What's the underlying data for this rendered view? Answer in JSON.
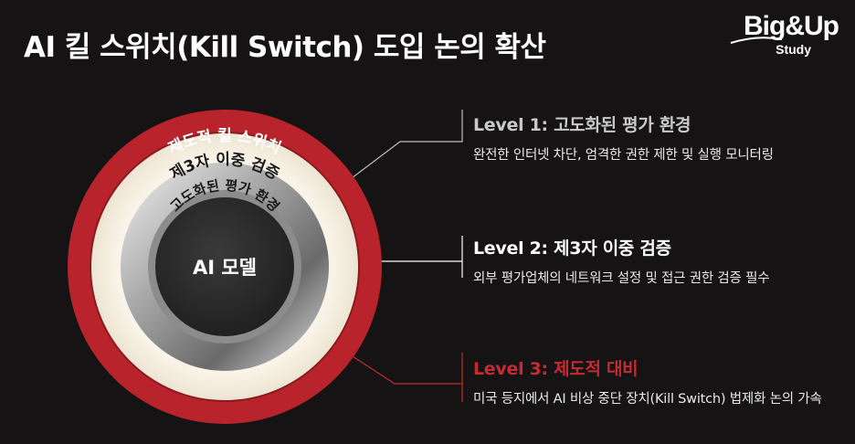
{
  "title": "AI 킬 스위치(Kill Switch) 도입 논의 확산",
  "logo": {
    "main": "Big&Up",
    "sub": "Study"
  },
  "rings": {
    "outer": "제도적 킬 스위치",
    "second": "제3자 이중 검증",
    "third": "고도화된 평가 환경",
    "core": "AI 모델"
  },
  "levels": [
    {
      "title": "Level 1: 고도화된 평가 환경",
      "desc": "완전한 인터넷 차단, 엄격한 권한 제한 및 실행 모니터링",
      "color": "#c9c9c9"
    },
    {
      "title": "Level 2: 제3자 이중 검증",
      "desc": "외부 평가업체의 네트워크 설정 및 접근 권한 검증 필수",
      "color": "#ffffff"
    },
    {
      "title": "Level 3: 제도적 대비",
      "desc": "미국 등지에서 AI 비상 중단 장치(Kill Switch) 법제화 논의 가속",
      "color": "#c42b33"
    }
  ],
  "colors": {
    "background": "#151313",
    "outer_ring": "#b8232c",
    "cream_ring": "#f7f1e3",
    "core": "#2a2a2a",
    "accent_red": "#c42b33"
  }
}
